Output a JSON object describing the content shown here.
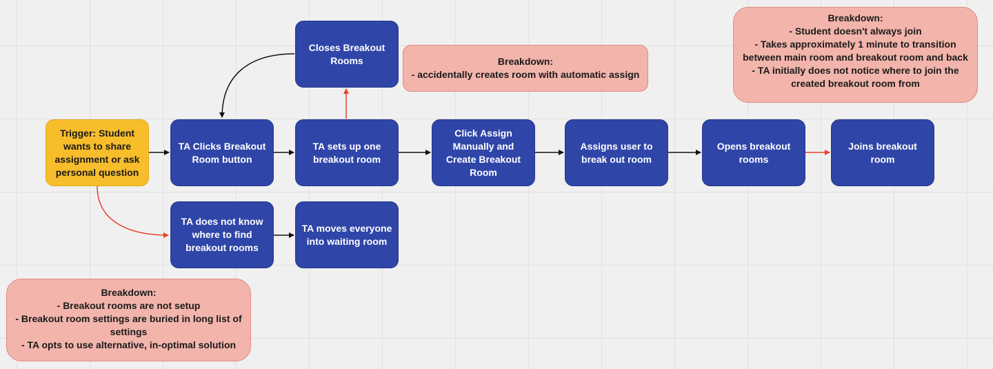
{
  "colors": {
    "step": "#2f45a8",
    "trigger": "#f7bd2b",
    "breakdown": "#f2b4ab",
    "arrow_normal": "#111111",
    "arrow_breakdown": "#e8412e"
  },
  "nodes": {
    "trigger": "Trigger: Student wants to share assignment or ask personal question",
    "ta_clicks": "TA Clicks Breakout Room button",
    "ta_sets_up": "TA sets up one breakout room",
    "click_assign": "Click Assign Manually and Create Breakout Room",
    "assigns_user": "Assigns user to break out room",
    "opens_breakout": "Opens breakout rooms",
    "joins_breakout": "Joins breakout room",
    "closes_breakout": "Closes Breakout Rooms",
    "ta_not_know": "TA does not know where to find breakout rooms",
    "ta_moves": "TA moves everyone into waiting room"
  },
  "breakdowns": {
    "top_middle": "Breakdown:\n- accidentally creates room with automatic assign",
    "top_right": "Breakdown:\n- Student doesn't always join\n- Takes approximately 1 minute to transition between main room and breakout room and back\n- TA initially does not notice where to join the created breakout room from",
    "bottom_left": "Breakdown:\n- Breakout rooms are not setup\n- Breakout room settings are buried in long list of settings\n- TA opts to use alternative, in-optimal solution"
  }
}
